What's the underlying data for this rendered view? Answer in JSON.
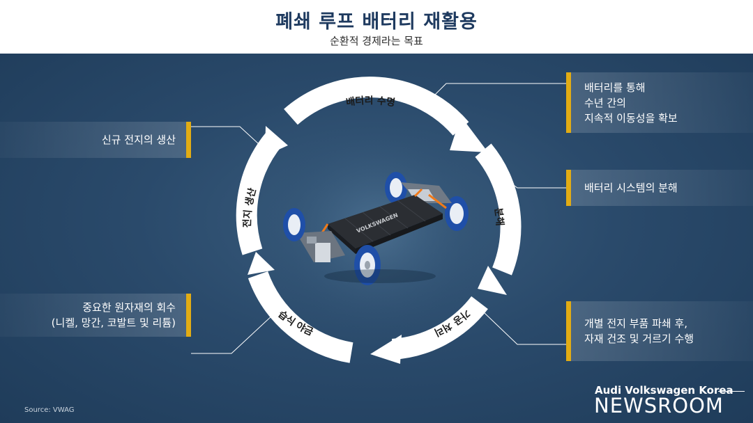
{
  "header": {
    "title": "폐쇄 루프 배터리 재활용",
    "subtitle": "순환적 경제라는 목표"
  },
  "cycle_labels": {
    "top": "배터리 수명",
    "right": "분해",
    "bottom_right": "가공 처리",
    "bottom_left": "습식 야금",
    "left": "전지 생산"
  },
  "boxes": {
    "left_top": "신규 전지의 생산",
    "left_bottom": "중요한 원자재의 회수\n(니켈, 망간, 코발트 및 리튬)",
    "right_top": "배터리를 통해\n수년 간의\n지속적 이동성을 확보",
    "right_middle": "배터리 시스템의 분해",
    "right_bottom": "개별 전지 부품 파쇄 후,\n자재 건조 및 거르기 수행"
  },
  "car": {
    "battery_logo": "VOLKSWAGEN"
  },
  "footer": {
    "source": "Source: VWAG",
    "brand_line": "Audi Volkswagen Korea",
    "brand_main": "NEWSROOM"
  },
  "colors": {
    "title": "#1e3a5f",
    "background": "#2a4a6b",
    "accent_bar": "#e2ac14",
    "arrow": "#ffffff"
  }
}
